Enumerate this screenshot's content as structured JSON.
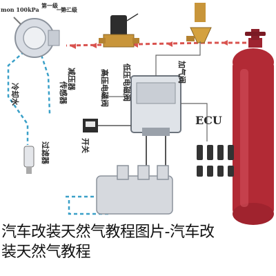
{
  "labels": {
    "pressure_reducer_top": "mon 100kPa",
    "stage_one": "第一级",
    "stage_two": "第二级",
    "main_gas_valve": "高压电磁阀",
    "gas_pipe": "加气阀",
    "reducer_left": "减压器",
    "water_pipe_left": "冷却水",
    "filter": "过滤器",
    "sensor": "传感器",
    "solenoid_low": "低压电磁阀",
    "switch": "开关",
    "ecu": "ECU"
  },
  "caption": {
    "line1": "汽车改装天然气教程图片-汽车改",
    "line2": "装天然气教程"
  },
  "colors": {
    "gas_line": "#d9534f",
    "water_line": "#3aa0c8",
    "cylinder": "#b22a35",
    "wire": "#555555",
    "brass": "#c8953a"
  }
}
